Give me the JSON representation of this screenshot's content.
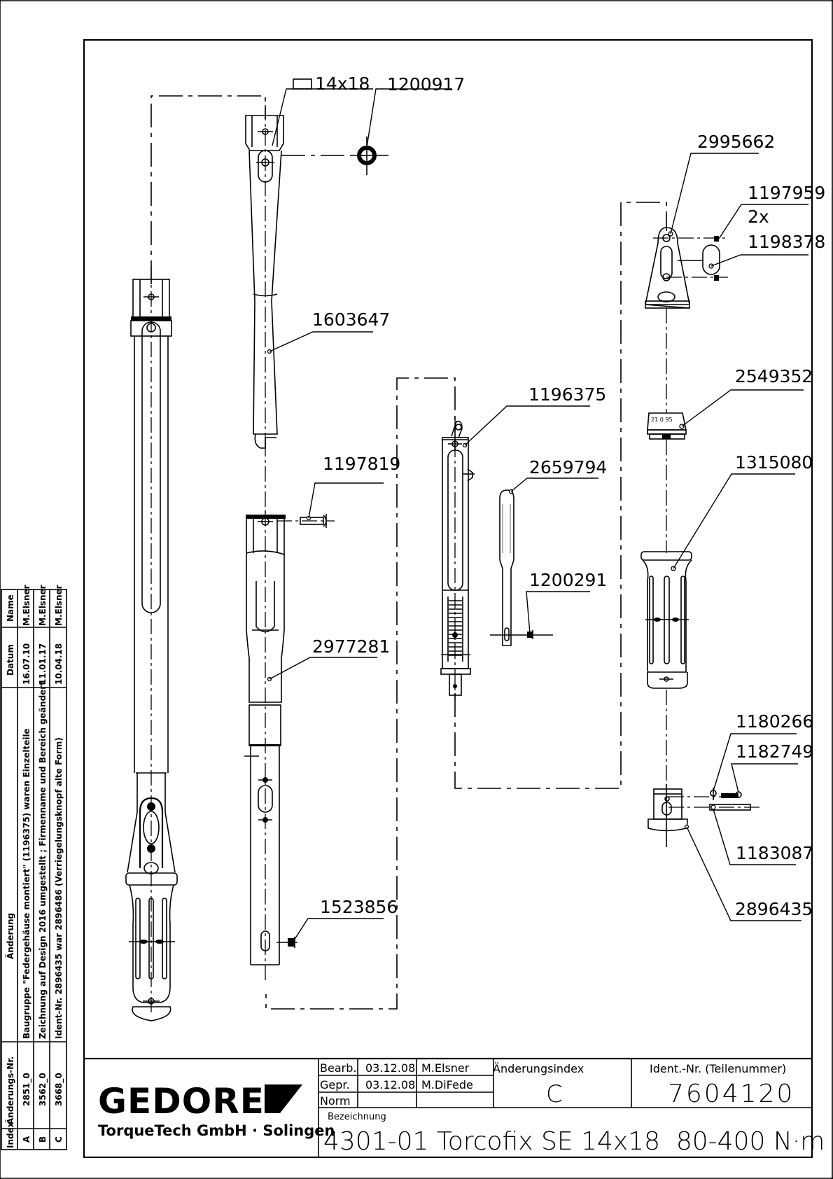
{
  "drawing": {
    "interface_symbol_label": "14x18",
    "callouts": [
      {
        "id": "1200917"
      },
      {
        "id": "2995662"
      },
      {
        "id": "1197959"
      },
      {
        "id": "2x"
      },
      {
        "id": "1198378"
      },
      {
        "id": "1603647"
      },
      {
        "id": "2549352"
      },
      {
        "id": "1196375"
      },
      {
        "id": "1315080"
      },
      {
        "id": "1197819"
      },
      {
        "id": "2659794"
      },
      {
        "id": "1200291"
      },
      {
        "id": "2977281"
      },
      {
        "id": "1180266"
      },
      {
        "id": "1182749"
      },
      {
        "id": "1183087"
      },
      {
        "id": "1523856"
      },
      {
        "id": "2896435"
      }
    ],
    "cap_marks": "21 0 95"
  },
  "revision_table": {
    "headers": {
      "index": "Index",
      "change_no": "Änderungs-Nr.",
      "change": "Änderung",
      "date": "Datum",
      "name": "Name"
    },
    "rows": [
      {
        "index": "A",
        "change_no": "2851_0",
        "change": "Baugruppe \"Federgehäuse montiert\" (1196375) waren Einzelteile",
        "date": "16.07.10",
        "name": "M.Elsner"
      },
      {
        "index": "B",
        "change_no": "3562_0",
        "change": "Zeichnung auf Design 2016 umgestellt ; Firmenname und Bereich geändert",
        "date": "11.01.17",
        "name": "M.Elsner"
      },
      {
        "index": "C",
        "change_no": "3668_0",
        "change": "Ident-Nr. 2896435 war 2896486 (Verriegelungsknopf alte Form)",
        "date": "10.04.18",
        "name": "M.Elsner"
      }
    ]
  },
  "title_block": {
    "logo_text": "GEDORE",
    "company": "TorqueTech GmbH · Solingen",
    "rows": [
      {
        "label": "Bearb.",
        "date": "03.12.08",
        "name": "M.Elsner"
      },
      {
        "label": "Gepr.",
        "date": "03.12.08",
        "name": "M.DiFede"
      },
      {
        "label": "Norm",
        "date": "",
        "name": ""
      }
    ],
    "change_index_label": "Änderungsindex",
    "change_index_value": "C",
    "ident_label": "Ident.-Nr.   (Teilenummer)",
    "ident_value": "7604120",
    "designation_label": "Bezeichnung",
    "designation_value": "4301-01 Torcofix SE 14x18  80-400 N·m"
  }
}
